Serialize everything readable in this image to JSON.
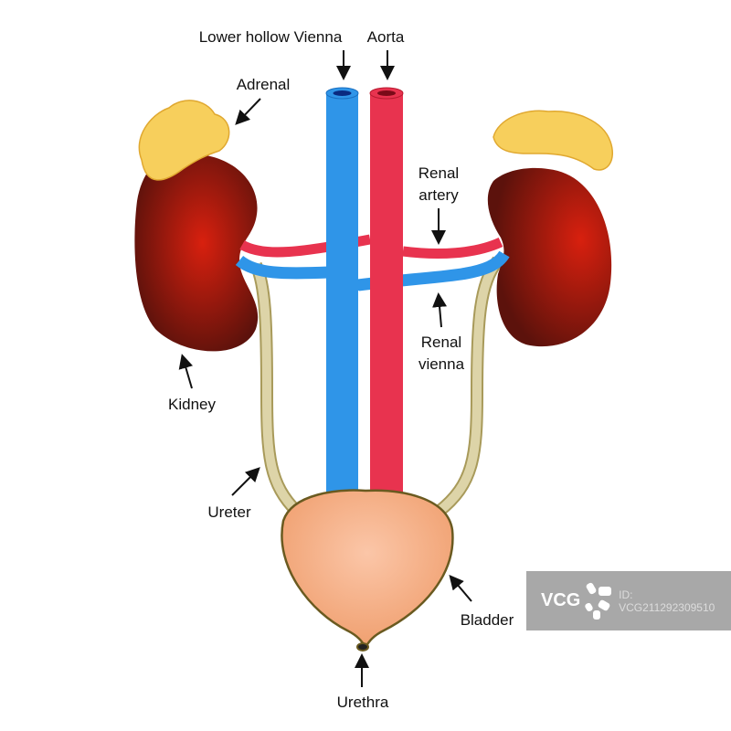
{
  "labels": {
    "vena_cava": "Lower hollow Vienna",
    "aorta": "Aorta",
    "adrenal": "Adrenal",
    "renal_artery_1": "Renal",
    "renal_artery_2": "artery",
    "renal_vein_1": "Renal",
    "renal_vein_2": "vienna",
    "kidney": "Kidney",
    "ureter": "Ureter",
    "bladder": "Bladder",
    "urethra": "Urethra"
  },
  "watermark": {
    "logo": "VCG",
    "id": "ID: VCG211292309510"
  },
  "colors": {
    "vein": "#2f95e8",
    "artery": "#e8334f",
    "kidney": "#8a1a10",
    "adrenal": "#f7cf5c",
    "bladder": "#f7b796",
    "ureter": "#d8cfa0"
  }
}
